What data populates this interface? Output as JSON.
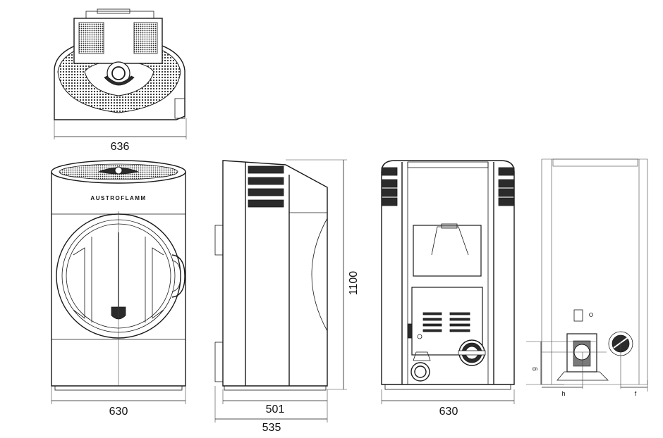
{
  "brand_label": "AUSTROFLAMM",
  "dimensions": {
    "top_view_width": "636",
    "front_width": "630",
    "height": "1100",
    "side_depth_body": "501",
    "side_depth_total": "535",
    "rear_width": "630"
  },
  "connection_labels": {
    "height_marker": "g",
    "horizontal_marker": "h",
    "flue_marker": "f"
  }
}
